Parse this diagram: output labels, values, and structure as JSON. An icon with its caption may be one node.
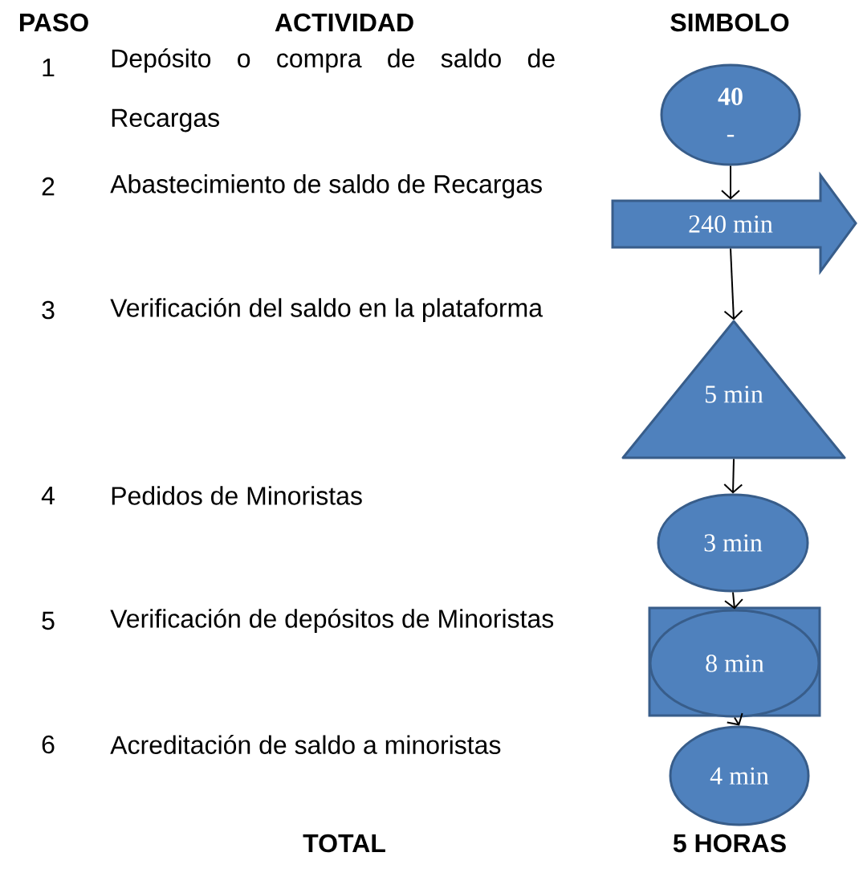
{
  "diagram": {
    "nodes": [
      {
        "text": [
          "40",
          "-"
        ]
      },
      {
        "text": [
          "240 min"
        ]
      },
      {
        "text": [
          "5 min"
        ]
      },
      {
        "text": [
          "3 min"
        ]
      },
      {
        "text": [],
        "shape": "box"
      },
      {
        "text": [
          "8 min"
        ],
        "in": 4
      },
      {
        "text": [
          "4 min"
        ]
      }
    ],
    "edges": [
      {
        "from": 0,
        "to": 1,
        "arrow": "to"
      },
      {
        "from": 1,
        "to": 2,
        "arrow": "to"
      },
      {
        "from": 2,
        "to": 3,
        "arrow": "to"
      },
      {
        "from": 3,
        "to": 5,
        "arrow": "to"
      },
      {
        "from": 5,
        "to": 6,
        "arrow": "to"
      }
    ],
    "labels": [
      "PASO",
      "ACTIVIDAD",
      "SIMBOLO",
      "1",
      "Depósito o compra de saldo de Recargas",
      "2",
      "Abastecimiento de saldo de Recargas",
      "3",
      "Verificación del saldo en la plataforma",
      "4",
      "Pedidos de Minoristas",
      "5",
      "Verificación de depósitos de Minoristas",
      "6",
      "Acreditación de saldo a minoristas",
      "TOTAL",
      "5 HORAS"
    ]
  }
}
